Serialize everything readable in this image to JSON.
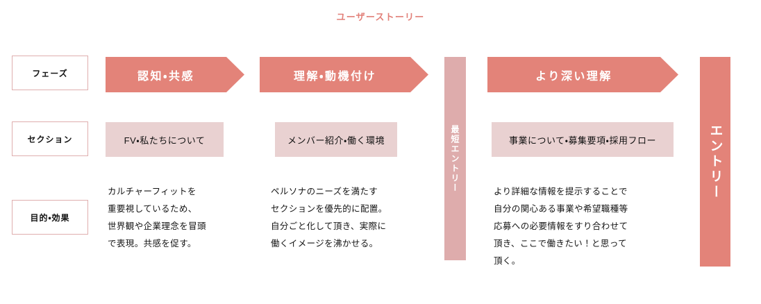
{
  "title": "ユーザーストーリー",
  "colors": {
    "accent": "#E38379",
    "accent_mid": "#DEACAC",
    "accent_light": "#E9D1D1",
    "label_border": "#DFAEAE",
    "text": "#141414",
    "title_color": "#E28079"
  },
  "row_labels": [
    {
      "label": "フェーズ"
    },
    {
      "label": "セクション"
    },
    {
      "label": "目的・効果"
    }
  ],
  "phases": [
    {
      "label": "認知・共感"
    },
    {
      "label": "理解・動機付け"
    },
    {
      "label": "より深い理解"
    }
  ],
  "vertical_bars": [
    {
      "label": "最短エントリー",
      "name": "short-entry"
    },
    {
      "label": "エントリー",
      "name": "entry"
    }
  ],
  "sections": [
    {
      "label": "FV・私たちについて"
    },
    {
      "label": "メンバー紹介・働く環境"
    },
    {
      "label": "事業について・募集要項・採用フロー"
    }
  ],
  "descriptions": [
    {
      "text": "カルチャーフィットを\n重要視しているため、\n世界観や企業理念を冒頭\nで表現。共感を促す。"
    },
    {
      "text": "ペルソナのニーズを満たす\nセクションを優先的に配置。\n自分ごと化して頂き、実際に\n働くイメージを沸かせる。"
    },
    {
      "text": "より詳細な情報を提示することで\n自分の関心ある事業や希望職種等\n応募への必要情報をすり合わせて\n頂き、ここで働きたい！と思って\n頂く。"
    }
  ]
}
